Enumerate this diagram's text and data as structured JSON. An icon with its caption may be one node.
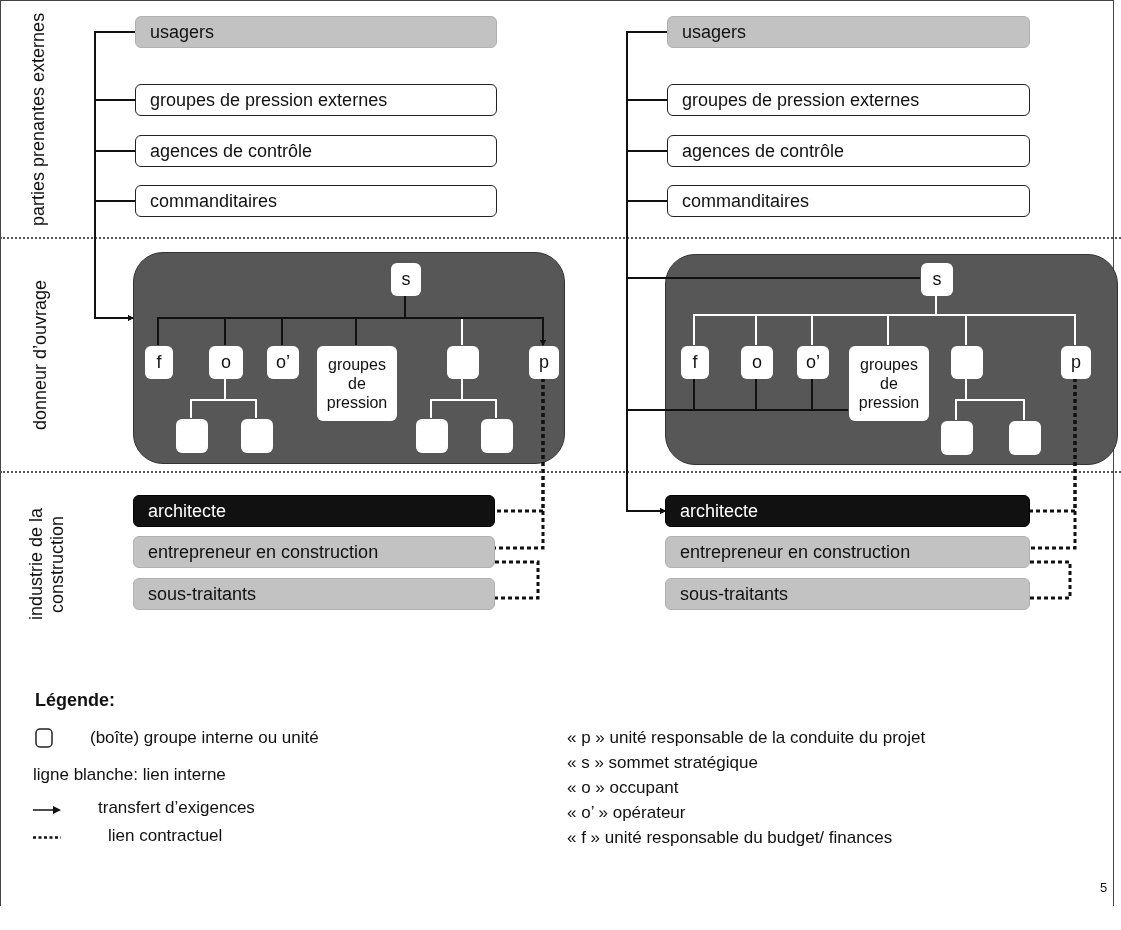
{
  "diagram": {
    "nodes": [
      {
        "text": [
          "usagers"
        ]
      },
      {
        "text": [
          "groupes de pression externes"
        ]
      },
      {
        "text": [
          "agences de contrôle"
        ]
      },
      {
        "text": [
          "commanditaires"
        ]
      },
      {
        "text": [],
        "shape": "box"
      },
      {
        "text": [
          "s"
        ],
        "in": 4
      },
      {
        "text": [
          "f"
        ],
        "in": 4
      },
      {
        "text": [
          "o"
        ],
        "in": 4
      },
      {
        "text": [
          "o’"
        ],
        "in": 4
      },
      {
        "text": [
          "groupes de pression"
        ],
        "in": 4
      },
      {
        "text": [],
        "shape": "box",
        "in": 4
      },
      {
        "text": [
          "p"
        ],
        "in": 4
      },
      {
        "text": [],
        "shape": "box",
        "in": 4
      },
      {
        "text": [],
        "shape": "box",
        "in": 4
      },
      {
        "text": [],
        "shape": "box",
        "in": 4
      },
      {
        "text": [],
        "shape": "box",
        "in": 4
      },
      {
        "text": [
          "architecte"
        ]
      },
      {
        "text": [
          "entrepreneur en construction"
        ]
      },
      {
        "text": [
          "sous-traitants"
        ]
      },
      {
        "text": [
          "usagers"
        ]
      },
      {
        "text": [
          "groupes de pression externes"
        ]
      },
      {
        "text": [
          "agences de contrôle"
        ]
      },
      {
        "text": [
          "commanditaires"
        ]
      },
      {
        "text": [],
        "shape": "box"
      },
      {
        "text": [
          "s"
        ],
        "in": 23
      },
      {
        "text": [
          "f"
        ],
        "in": 23
      },
      {
        "text": [
          "o"
        ],
        "in": 23
      },
      {
        "text": [
          "o’"
        ],
        "in": 23
      },
      {
        "text": [
          "groupes de pression"
        ],
        "in": 23
      },
      {
        "text": [],
        "shape": "box",
        "in": 23
      },
      {
        "text": [
          "p"
        ],
        "in": 23
      },
      {
        "text": [],
        "shape": "box",
        "in": 23
      },
      {
        "text": [],
        "shape": "box",
        "in": 23
      },
      {
        "text": [
          "architecte"
        ]
      },
      {
        "text": [
          "entrepreneur en construction"
        ]
      },
      {
        "text": [
          "sous-traitants"
        ]
      }
    ],
    "edges": [
      {
        "from": 0,
        "to": 4,
        "arrow": "to"
      },
      {
        "from": 1,
        "to": 4,
        "arrow": "to"
      },
      {
        "from": 2,
        "to": 4,
        "arrow": "to"
      },
      {
        "from": 3,
        "to": 4,
        "arrow": "to"
      },
      {
        "from": 5,
        "to": 11,
        "arrow": "to"
      },
      {
        "from": 6,
        "to": 11,
        "arrow": "to"
      },
      {
        "from": 7,
        "to": 11,
        "arrow": "to"
      },
      {
        "from": 8,
        "to": 11,
        "arrow": "to"
      },
      {
        "from": 9,
        "to": 11,
        "arrow": "to"
      },
      {
        "from": 10,
        "to": 5,
        "arrow": "none",
        "color": "#ffffff"
      },
      {
        "from": 7,
        "to": 12,
        "arrow": "none",
        "color": "#ffffff"
      },
      {
        "from": 7,
        "to": 13,
        "arrow": "none",
        "color": "#ffffff"
      },
      {
        "from": 10,
        "to": 14,
        "arrow": "none",
        "color": "#ffffff"
      },
      {
        "from": 10,
        "to": 15,
        "arrow": "none",
        "color": "#ffffff"
      },
      {
        "from": 11,
        "to": 16,
        "arrow": "none",
        "style": "dashed"
      },
      {
        "from": 11,
        "to": 17,
        "arrow": "none",
        "style": "dashed"
      },
      {
        "from": 17,
        "to": 18,
        "arrow": "none",
        "style": "dashed"
      },
      {
        "from": 19,
        "to": 33,
        "arrow": "to"
      },
      {
        "from": 20,
        "to": 33,
        "arrow": "to"
      },
      {
        "from": 21,
        "to": 33,
        "arrow": "to"
      },
      {
        "from": 22,
        "to": 33,
        "arrow": "to"
      },
      {
        "from": 24,
        "to": 33,
        "arrow": "to"
      },
      {
        "from": 25,
        "to": 33,
        "arrow": "to"
      },
      {
        "from": 26,
        "to": 33,
        "arrow": "to"
      },
      {
        "from": 27,
        "to": 33,
        "arrow": "to"
      },
      {
        "from": 28,
        "to": 33,
        "arrow": "to"
      },
      {
        "from": 24,
        "to": 25,
        "arrow": "none",
        "color": "#ffffff"
      },
      {
        "from": 24,
        "to": 26,
        "arrow": "none",
        "color": "#ffffff"
      },
      {
        "from": 24,
        "to": 27,
        "arrow": "none",
        "color": "#ffffff"
      },
      {
        "from": 24,
        "to": 28,
        "arrow": "none",
        "color": "#ffffff"
      },
      {
        "from": 24,
        "to": 29,
        "arrow": "none",
        "color": "#ffffff"
      },
      {
        "from": 24,
        "to": 30,
        "arrow": "none",
        "color": "#ffffff"
      },
      {
        "from": 29,
        "to": 31,
        "arrow": "none",
        "color": "#ffffff"
      },
      {
        "from": 29,
        "to": 32,
        "arrow": "none",
        "color": "#ffffff"
      },
      {
        "from": 30,
        "to": 33,
        "arrow": "none",
        "style": "dashed"
      },
      {
        "from": 30,
        "to": 34,
        "arrow": "none",
        "style": "dashed"
      },
      {
        "from": 34,
        "to": 35,
        "arrow": "none",
        "style": "dashed"
      }
    ],
    "labels": [
      "parties prenantes externes",
      "donneur d’ouvrage",
      "industrie de la construction",
      "Légende:",
      "5"
    ],
    "legend": [
      {
        "text": "(boîte) groupe interne ou unité"
      },
      {
        "text": "ligne blanche: lien interne"
      },
      {
        "text": "transfert d’exigences"
      },
      {
        "text": "lien contractuel"
      },
      {
        "text": "« p » unité responsable de la conduite du projet"
      },
      {
        "text": "« s » sommet stratégique"
      },
      {
        "text": "« o » occupant"
      },
      {
        "text": "« o’ » opérateur"
      },
      {
        "text": "« f » unité responsable du budget/  finances"
      }
    ]
  }
}
